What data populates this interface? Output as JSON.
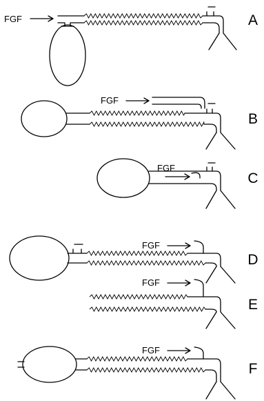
{
  "flow_label": "FGF",
  "panels": [
    {
      "letter": "A",
      "bag": "attached-below-inlet",
      "valve": true,
      "fresh_gas_inlet": "near-bag"
    },
    {
      "letter": "B",
      "bag": "end",
      "valve": true,
      "fresh_gas_inlet": "near-patient-coaxial"
    },
    {
      "letter": "C",
      "bag": "end-no-corrugated",
      "valve": true,
      "fresh_gas_inlet": "near-patient"
    },
    {
      "letter": "D",
      "bag": "end",
      "valve": true,
      "fresh_gas_inlet": "near-patient"
    },
    {
      "letter": "E",
      "bag": "none",
      "valve": false,
      "fresh_gas_inlet": "near-patient"
    },
    {
      "letter": "F",
      "bag": "end-open-tail",
      "valve": false,
      "fresh_gas_inlet": "near-patient"
    }
  ],
  "colors": {
    "line": "#000000",
    "background": "#ffffff"
  }
}
